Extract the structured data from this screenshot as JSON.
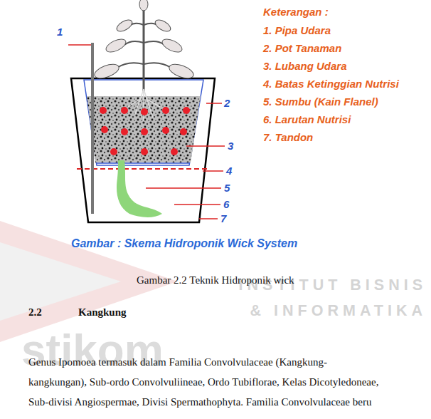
{
  "diagram": {
    "caption": "Gambar 2.2 Teknik Hidroponik wick",
    "labels": [
      "1",
      "2",
      "3",
      "4",
      "5",
      "6",
      "7",
      "Keterangan :",
      "1. Pipa Udara",
      "2. Pot  Tanaman",
      "3. Lubang Udara",
      "4. Batas Ketinggian Nutrisi",
      "5. Sumbu (Kain Flanel)",
      "6. Larutan Nutrisi",
      "7. Tandon",
      "Gambar : Skema Hidroponik Wick System",
      "INSTITUT BISNIS",
      "& INFORMATIKA",
      "stikom",
      "2.2",
      "Kangkung",
      "Genus Ipomoea termasuk dalam Familia Convolvulaceae (Kangkung-",
      "kangkungan), Sub-ordo Convolvuliineae, Ordo Tubiflorae, Kelas Dicotyledoneae,",
      "Sub-divisi Angiospermae, Divisi Spermathophyta. Familia Convolvulaceae beru"
    ]
  }
}
